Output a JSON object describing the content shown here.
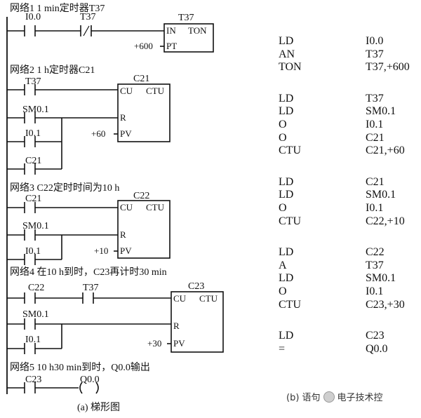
{
  "networks": [
    {
      "title": "网络1  1 min定时器T37",
      "contacts": [
        "I0.0",
        "T37"
      ],
      "box": {
        "name": "T37",
        "pin1": "IN",
        "type": "TON",
        "pin2": "PT",
        "preset": "+600"
      }
    },
    {
      "title": "网络2  1 h定时器C21",
      "contacts": [
        "T37",
        "SM0.1",
        "I0.1",
        "C21"
      ],
      "box": {
        "name": "C21",
        "pin1": "CU",
        "type": "CTU",
        "pin2": "R",
        "pin3": "PV",
        "preset": "+60"
      }
    },
    {
      "title": "网络3  C22定时时间为10 h",
      "contacts": [
        "C21",
        "SM0.1",
        "I0.1"
      ],
      "box": {
        "name": "C22",
        "pin1": "CU",
        "type": "CTU",
        "pin2": "R",
        "pin3": "PV",
        "preset": "+10"
      }
    },
    {
      "title": "网络4  在10 h到时，C23再计时30 min",
      "contacts": [
        "C22",
        "T37",
        "SM0.1",
        "I0.1"
      ],
      "box": {
        "name": "C23",
        "pin1": "CU",
        "type": "CTU",
        "pin2": "R",
        "pin3": "PV",
        "preset": "+30"
      }
    },
    {
      "title": "网络5  10 h30 min到时，Q0.0输出",
      "contacts": [
        "C23"
      ],
      "coil": "Q0.0"
    }
  ],
  "caption_a": "(a) 梯形图",
  "stl": [
    [
      [
        "LD",
        "I0.0"
      ],
      [
        "AN",
        "T37"
      ],
      [
        "TON",
        "T37,+600"
      ]
    ],
    [
      [
        "LD",
        "T37"
      ],
      [
        "LD",
        "SM0.1"
      ],
      [
        "O",
        "I0.1"
      ],
      [
        "O",
        "C21"
      ],
      [
        "CTU",
        "C21,+60"
      ]
    ],
    [
      [
        "LD",
        "C21"
      ],
      [
        "LD",
        "SM0.1"
      ],
      [
        "O",
        "I0.1"
      ],
      [
        "CTU",
        "C22,+10"
      ]
    ],
    [
      [
        "LD",
        "C22"
      ],
      [
        "A",
        "T37"
      ],
      [
        "LD",
        "SM0.1"
      ],
      [
        "O",
        "I0.1"
      ],
      [
        "CTU",
        "C23,+30"
      ]
    ],
    [
      [
        "LD",
        "C23"
      ],
      [
        "=",
        "Q0.0"
      ]
    ]
  ],
  "caption_b": "(b) 语句",
  "watermark": "电子技术控"
}
